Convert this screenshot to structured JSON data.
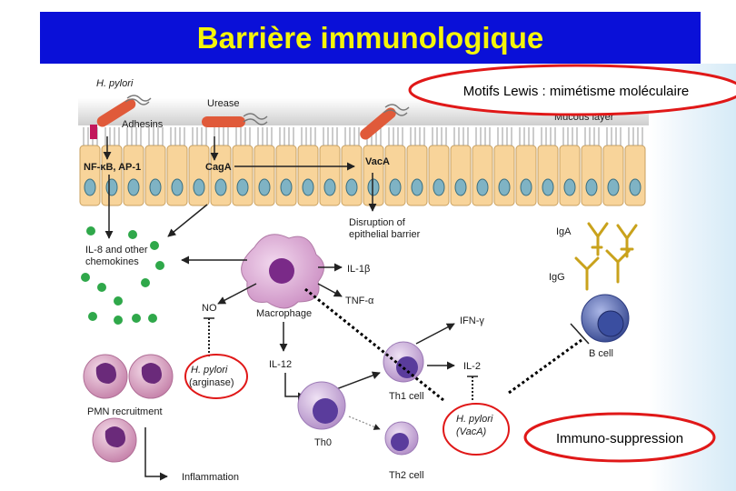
{
  "slide": {
    "title": "Barrière immunologique"
  },
  "callouts": {
    "lewis": "Motifs Lewis : mimétisme moléculaire",
    "immuno": "Immuno-suppression"
  },
  "diagram": {
    "h_pylori": "H. pylori",
    "urease": "Urease",
    "adhesins": "Adhesins",
    "mucous_layer": "Mucous layer",
    "nfkb": "NF-κB, AP-1",
    "caga": "CagA",
    "vaca": "VacA",
    "disruption_line1": "Disruption of",
    "disruption_line2": "epithelial barrier",
    "il8_line1": "IL-8 and other",
    "il8_line2": "chemokines",
    "iga": "IgA",
    "igg": "IgG",
    "il1b": "IL-1β",
    "tnfa": "TNF-α",
    "no": "NO",
    "macrophage": "Macrophage",
    "ifng": "IFN-γ",
    "il12": "IL-12",
    "il2": "IL-2",
    "b_cell": "B cell",
    "hp_arginase_line1": "H. pylori",
    "hp_arginase_line2": "(arginase)",
    "hp_vaca_line1": "H. pylori",
    "hp_vaca_line2": "(VacA)",
    "th1": "Th1 cell",
    "th0": "Th0",
    "th2": "Th2 cell",
    "pmn": "PMN recruitment",
    "inflammation": "Inflammation"
  },
  "colors": {
    "title_bg": "#0a10d8",
    "title_text": "#f5f50a",
    "callout_border": "#e01818",
    "epithelium": "#f8d49a",
    "nucleus": "#7fb3c4",
    "chemokine": "#2fa84a",
    "antibody": "#e8c43a",
    "macrophage": "#d9a6cf",
    "lymphocyte": "#c9a8d8",
    "b_cell": "#4a5fae",
    "pmn": "#d89ac0"
  }
}
